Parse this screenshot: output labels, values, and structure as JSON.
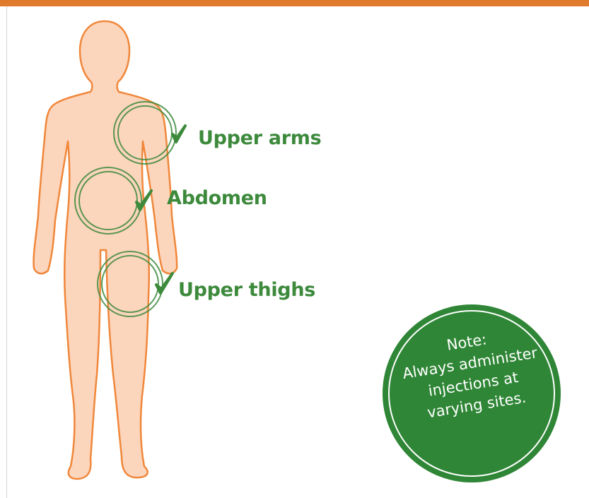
{
  "colors": {
    "accent_orange": "#e07a2c",
    "body_fill": "#fcd5bd",
    "body_stroke": "#f0873a",
    "green": "#3d8a3c",
    "note_bg": "#2f8636"
  },
  "sites": [
    {
      "label": "Upper arms",
      "icon": "check-icon"
    },
    {
      "label": "Abdomen",
      "icon": "check-icon"
    },
    {
      "label": "Upper thighs",
      "icon": "check-icon"
    }
  ],
  "note": {
    "lines": [
      "Note:",
      "Always administer",
      "injections at",
      "varying sites."
    ]
  }
}
